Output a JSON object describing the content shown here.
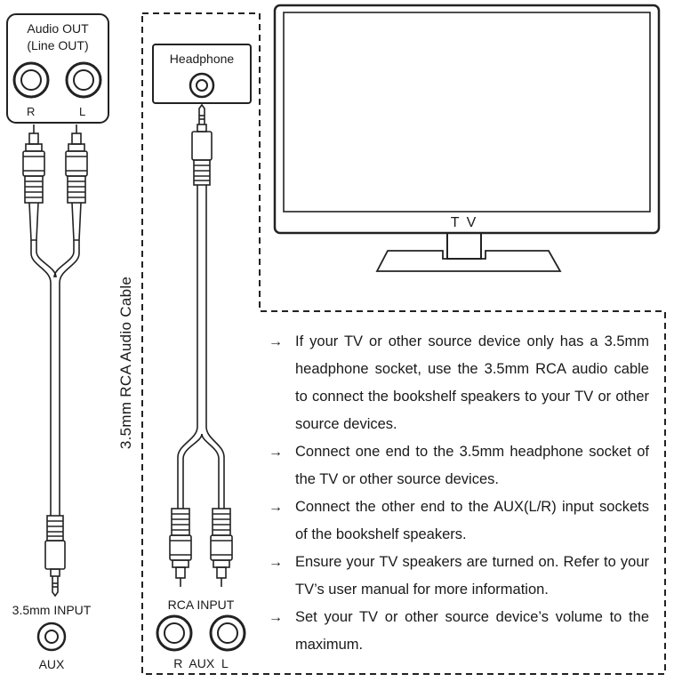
{
  "source_panel": {
    "title_line1": "Audio OUT",
    "title_line2": "(Line OUT)",
    "right_label": "R",
    "left_label": "L"
  },
  "headphone_panel": {
    "title": "Headphone"
  },
  "tv": {
    "label": "T V"
  },
  "cable_label": "3.5mm RCA Audio Cable",
  "left_input": {
    "title": "3.5mm INPUT",
    "caption": "AUX"
  },
  "right_input": {
    "title": "RCA INPUT",
    "caption": "R  AUX  L"
  },
  "steps": [
    {
      "arrow": "→",
      "text": "If your TV or other source device only has a 3.5mm headphone socket, use the 3.5mm RCA audio cable to connect the bookshelf speakers to your TV or other source devices."
    },
    {
      "arrow": "→",
      "text": "Connect one end to the 3.5mm headphone socket of the TV or other source devices."
    },
    {
      "arrow": "→",
      "text": "Connect the other end to the AUX(L/R) input sockets of the bookshelf speakers."
    },
    {
      "arrow": "→",
      "text": "Ensure your TV speakers are turned on. Refer to your TV’s user manual for more information."
    },
    {
      "arrow": "→",
      "text": "Set your TV or other source device’s volume to the maximum."
    }
  ]
}
